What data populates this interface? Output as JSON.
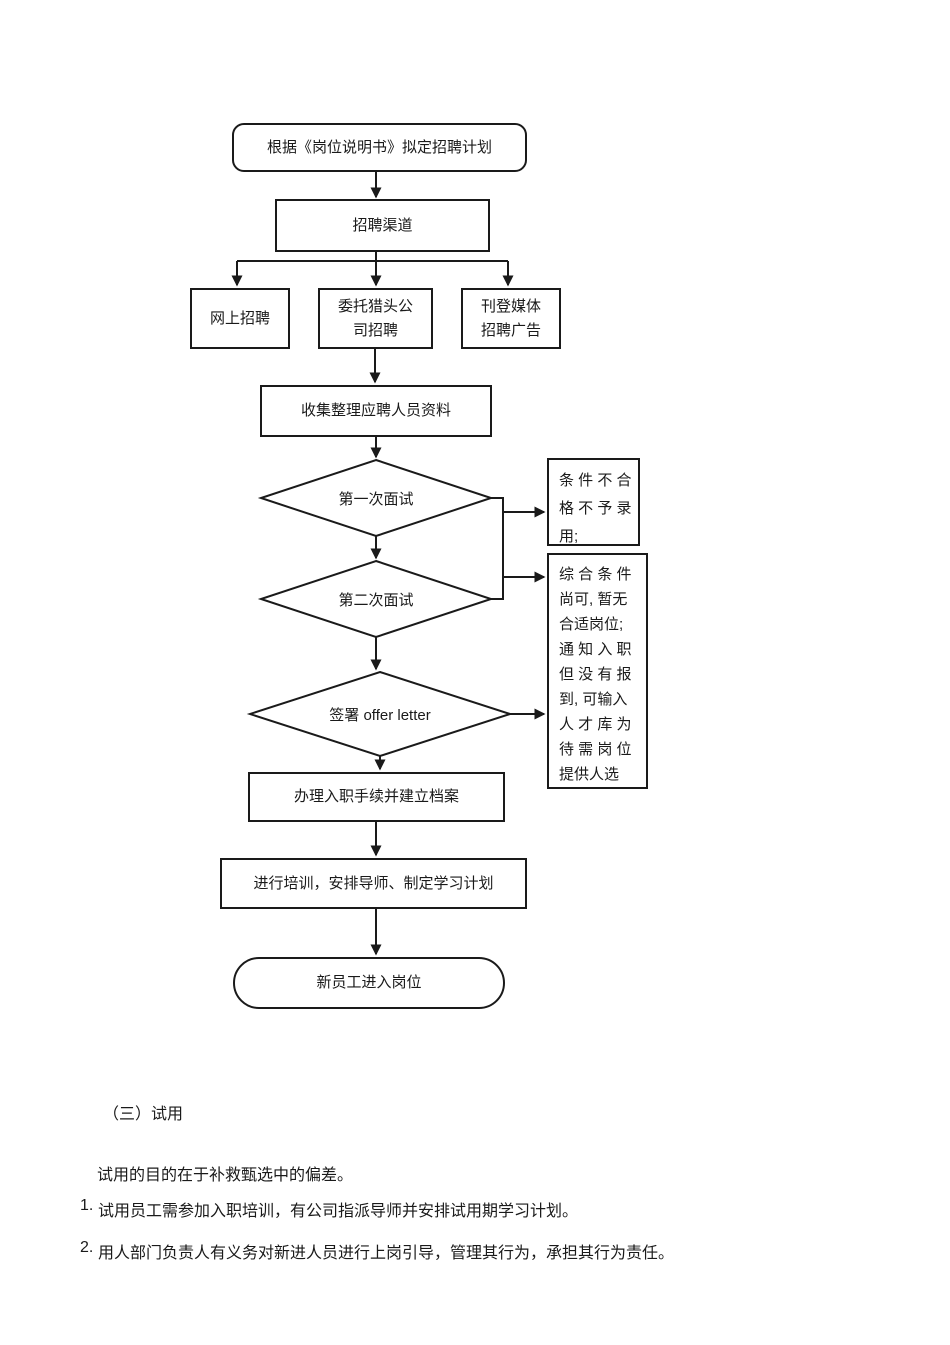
{
  "flowchart": {
    "stroke_color": "#1a1a1a",
    "background": "#ffffff",
    "nodes": {
      "start": {
        "label": "根据《岗位说明书》拟定招聘计划"
      },
      "channels": {
        "label": "招聘渠道"
      },
      "online": {
        "label": "网上招聘"
      },
      "headhunter": {
        "line1": "委托猎头公",
        "line2": "司招聘"
      },
      "media": {
        "line1": "刊登媒体",
        "line2": "招聘广告"
      },
      "collect": {
        "label": "收集整理应聘人员资料"
      },
      "interview1": {
        "label": "第一次面试"
      },
      "interview2": {
        "label": "第二次面试"
      },
      "offer": {
        "label": "签署 offer letter"
      },
      "onboard": {
        "label": "办理入职手续并建立档案"
      },
      "training": {
        "label": "进行培训，安排导师、制定学习计划"
      },
      "end": {
        "label": "新员工进入岗位"
      },
      "reject": {
        "lines": [
          "条 件 不 合",
          "格 不 予 录",
          "用;"
        ]
      },
      "talent_pool": {
        "lines": [
          "综 合 条 件",
          "尚可, 暂无",
          "合适岗位;",
          "通 知 入 职",
          "但 没 有 报",
          "到, 可输入",
          "人 才 库 为",
          "待 需 岗 位",
          "提供人选"
        ]
      }
    }
  },
  "text_section": {
    "heading": "（三）试用",
    "intro": "试用的目的在于补救甄选中的偏差。",
    "items": [
      {
        "num": "1.",
        "text": "试用员工需参加入职培训，有公司指派导师并安排试用期学习计划。"
      },
      {
        "num": "2.",
        "text": "用人部门负责人有义务对新进人员进行上岗引导，管理其行为，承担其行为责任。"
      }
    ]
  }
}
